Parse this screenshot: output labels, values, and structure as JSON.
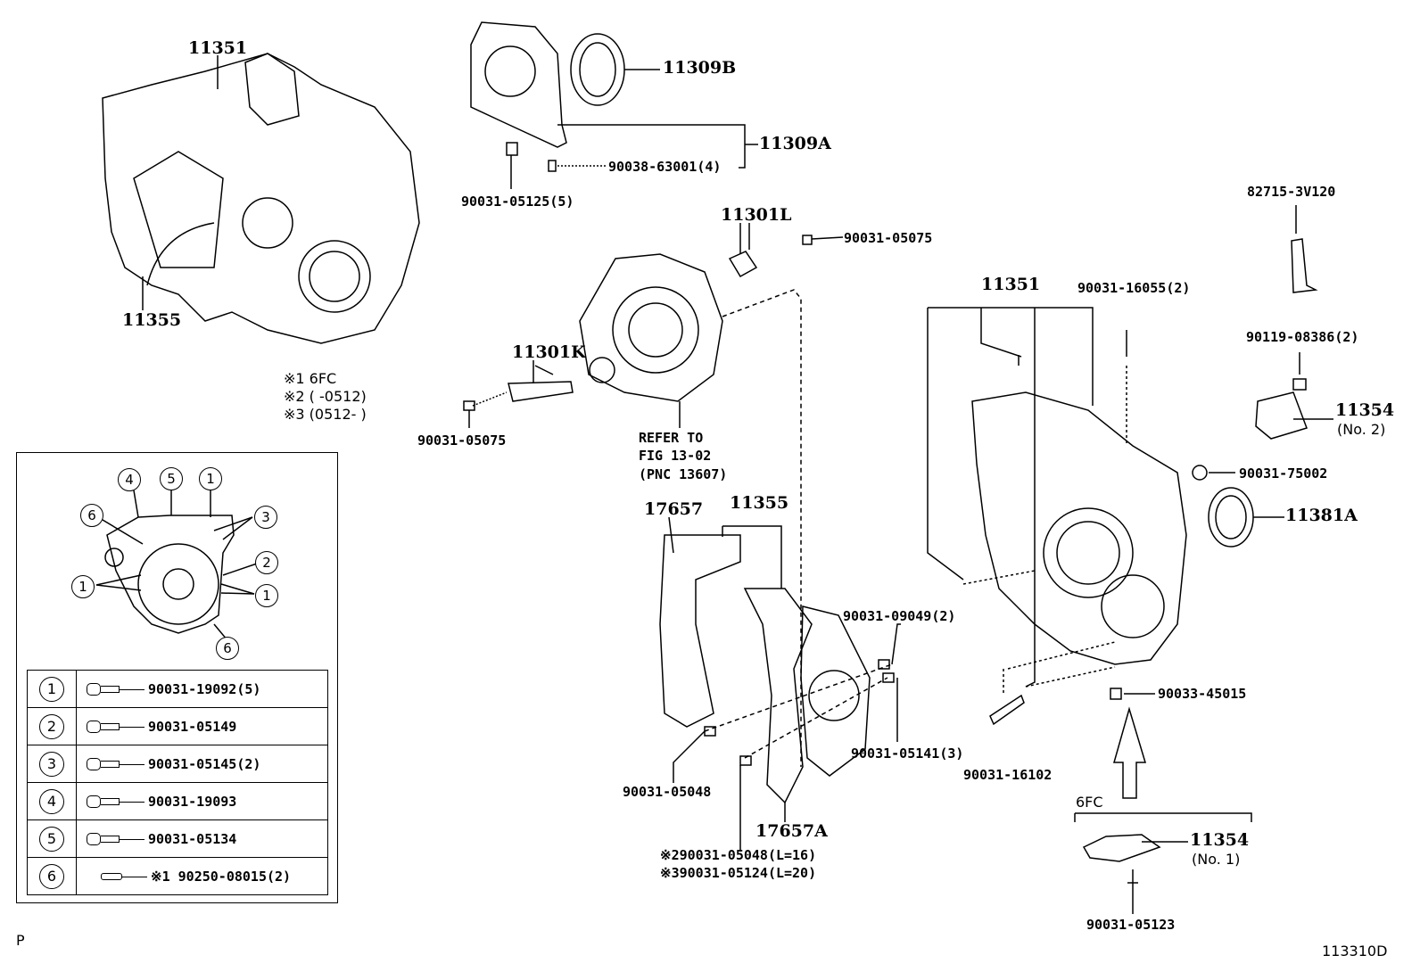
{
  "callouts": {
    "c11351_a": "11351",
    "c11355_a": "11355",
    "c11309B": "11309B",
    "c11309A": "11309A",
    "c90038": "90038-63001(4)",
    "c90031_05125": "90031-05125(5)",
    "c11301L": "11301L",
    "c90031_05075_a": "90031-05075",
    "c11301K": "11301K",
    "c90031_05075_b": "90031-05075",
    "refer": [
      "REFER TO",
      "FIG 13-02",
      "(PNC 13607)"
    ],
    "c17657": "17657",
    "c11355_b": "11355",
    "c11351_b": "11351",
    "c90031_16055": "90031-16055(2)",
    "c82715": "82715-3V120",
    "c90119": "90119-08386(2)",
    "c11354_a": "11354",
    "c11354_a_no": "(No. 2)",
    "c90031_75002": "90031-75002",
    "c11381A": "11381A",
    "c90031_09049": "90031-09049(2)",
    "c90033_45015": "90033-45015",
    "c90031_05141": "90031-05141(3)",
    "c90031_16102": "90031-16102",
    "c90031_05048": "90031-05048",
    "c17657A": "17657A",
    "note2": "※290031-05048(L=16)",
    "note3": "※390031-05124(L=20)",
    "c6FC": "6FC",
    "c11354_b": "11354",
    "c11354_b_no": "(No. 1)",
    "c90031_05123": "90031-05123"
  },
  "notes": [
    "※1  6FC",
    "※2  (        -0512)",
    "※3  (0512-       )"
  ],
  "inset": {
    "markers": [
      "1",
      "2",
      "3",
      "4",
      "5",
      "6"
    ],
    "table": [
      {
        "num": "1",
        "part": "90031-19092(5)",
        "icon": "bolt-icon"
      },
      {
        "num": "2",
        "part": "90031-05149",
        "icon": "bolt-icon"
      },
      {
        "num": "3",
        "part": "90031-05145(2)",
        "icon": "bolt-icon"
      },
      {
        "num": "4",
        "part": "90031-19093",
        "icon": "bolt-icon"
      },
      {
        "num": "5",
        "part": "90031-05134",
        "icon": "bolt-icon"
      },
      {
        "num": "6",
        "part": "※1 90250-08015(2)",
        "icon": "pin-icon"
      }
    ]
  },
  "footer": {
    "left": "P",
    "figure_id": "113310D"
  }
}
